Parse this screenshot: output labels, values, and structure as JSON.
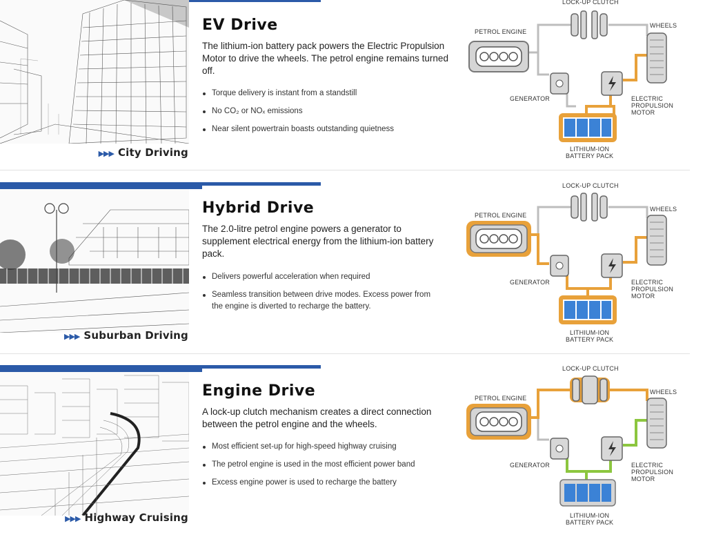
{
  "sections": [
    {
      "title": "EV Drive",
      "description": "The lithium-ion battery pack powers the Electric Propulsion Motor to drive the wheels. The petrol engine remains turned off.",
      "bullets": [
        "Torque delivery is instant from a standstill",
        "No CO₂ or NOₓ emissions",
        "Near silent powertrain boasts outstanding quietness"
      ],
      "caption": "City Driving",
      "arrows": "▶▶▶",
      "labels": {
        "clutch": "LOCK-UP CLUTCH",
        "engine": "PETROL ENGINE",
        "wheels": "WHEELS",
        "generator": "GENERATOR",
        "motor1": "ELECTRIC",
        "motor2": "PROPULSION",
        "motor3": "MOTOR",
        "battery1": "LITHIUM-ION",
        "battery2": "BATTERY PACK"
      }
    },
    {
      "title": "Hybrid Drive",
      "description": "The 2.0-litre petrol engine powers a generator to supplement electrical energy from the lithium-ion battery pack.",
      "bullets": [
        "Delivers powerful acceleration when required",
        "Seamless transition between drive modes. Excess power from the engine is diverted to recharge the battery."
      ],
      "caption": "Suburban Driving",
      "arrows": "▶▶▶",
      "labels": {
        "clutch": "LOCK-UP CLUTCH",
        "engine": "PETROL ENGINE",
        "wheels": "WHEELS",
        "generator": "GENERATOR",
        "motor1": "ELECTRIC",
        "motor2": "PROPULSION",
        "motor3": "MOTOR",
        "battery1": "LITHIUM-ION",
        "battery2": "BATTERY PACK"
      }
    },
    {
      "title": "Engine Drive",
      "description": "A lock-up clutch mechanism creates a direct connection between the petrol engine and the wheels.",
      "bullets": [
        "Most efficient set-up for high-speed highway cruising",
        "The petrol engine is used in the most efficient power band",
        "Excess engine power is used to recharge the battery"
      ],
      "caption": "Highway Cruising",
      "arrows": "▶▶▶",
      "labels": {
        "clutch": "LOCK-UP CLUTCH",
        "engine": "PETROL ENGINE",
        "wheels": "WHEELS",
        "generator": "GENERATOR",
        "motor1": "ELECTRIC",
        "motor2": "PROPULSION",
        "motor3": "MOTOR",
        "battery1": "LITHIUM-ION",
        "battery2": "BATTERY PACK"
      }
    }
  ],
  "colors": {
    "accent": "#2b5aa8",
    "flow_orange": "#e8a13a",
    "flow_green": "#8cc63f",
    "battery_blue": "#3b82d6"
  }
}
